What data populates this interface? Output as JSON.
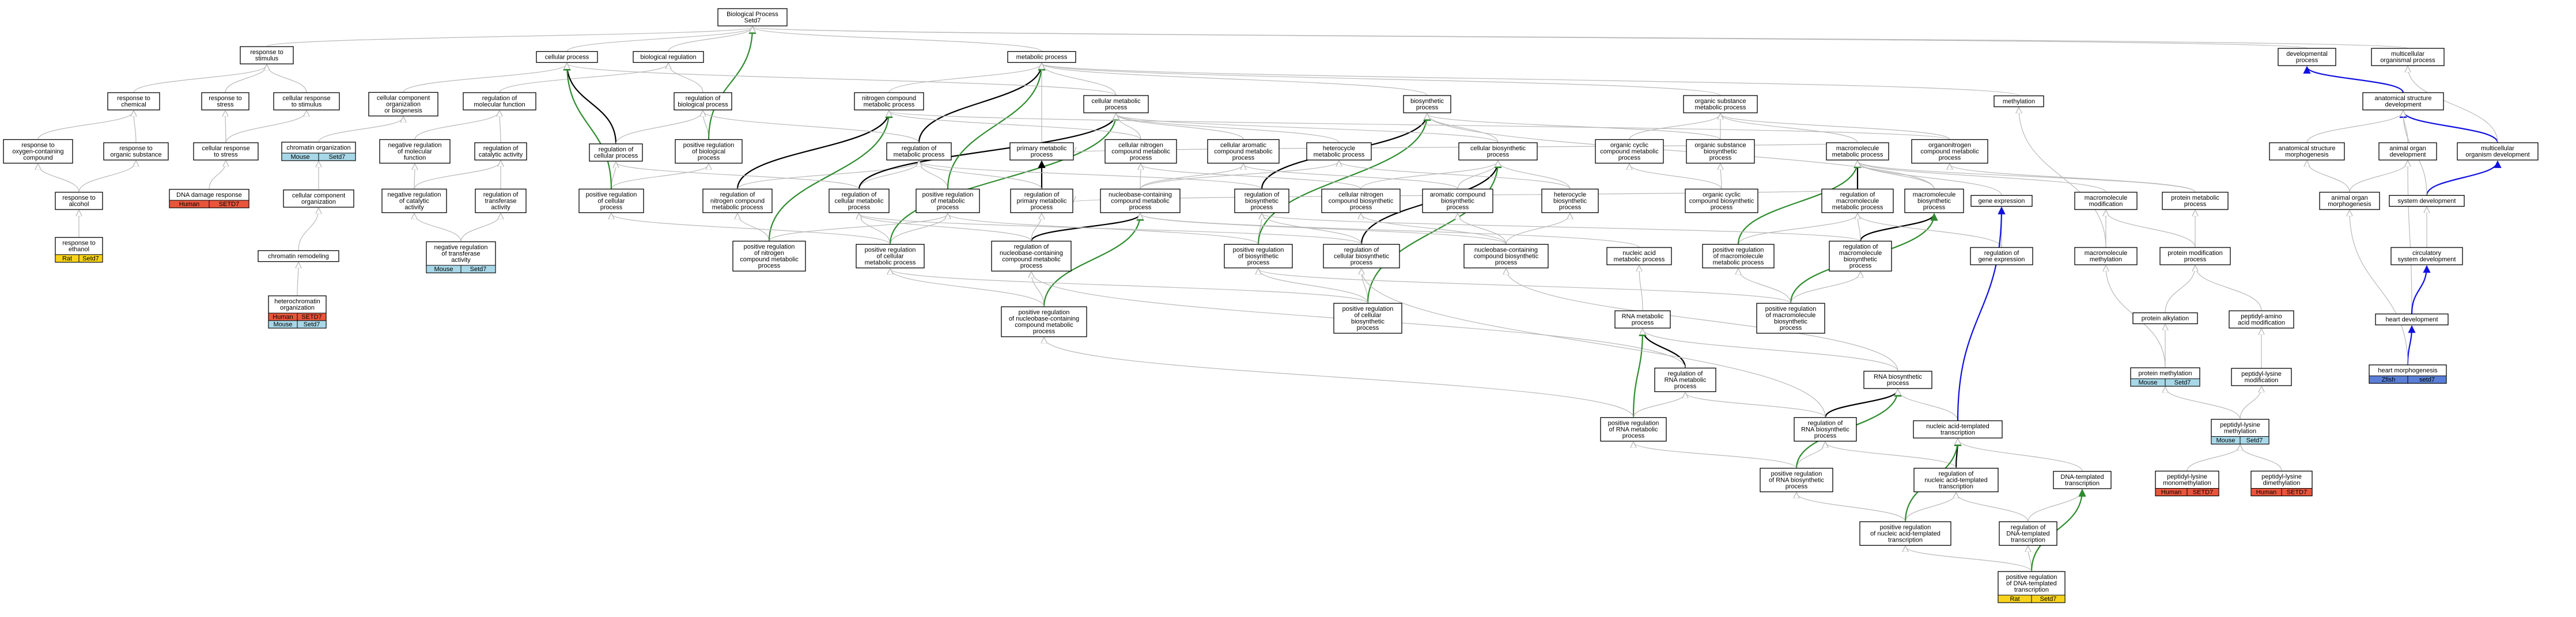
{
  "graph": {
    "colors": {
      "gray": "#b9b9b9",
      "black": "#000000",
      "green": "#2e8b2e",
      "blue": "#1010e0",
      "Human": "#e8553b",
      "Mouse": "#a8d8e8",
      "Rat": "#f7d31e",
      "Zfish": "#5b7fd6"
    },
    "nodes": [
      {
        "id": "bp",
        "lines": [
          "Biological Process",
          "Setd7"
        ]
      },
      {
        "id": "resp_stim",
        "lines": [
          "response to",
          "stimulus"
        ]
      },
      {
        "id": "resp_chem",
        "lines": [
          "response to",
          "chemical"
        ]
      },
      {
        "id": "resp_stress",
        "lines": [
          "response to",
          "stress"
        ]
      },
      {
        "id": "cell_resp_stim",
        "lines": [
          "cellular response",
          "to stimulus"
        ]
      },
      {
        "id": "resp_oxy",
        "lines": [
          "response to",
          "oxygen-containing",
          "compound"
        ]
      },
      {
        "id": "resp_org",
        "lines": [
          "response to",
          "organic substance"
        ]
      },
      {
        "id": "cell_resp_stress",
        "lines": [
          "cellular response",
          "to stress"
        ]
      },
      {
        "id": "dna_damage",
        "lines": [
          "DNA damage response"
        ],
        "badges": [
          [
            "Human",
            "SETD7"
          ]
        ]
      },
      {
        "id": "resp_alcohol",
        "lines": [
          "response to",
          "alcohol"
        ]
      },
      {
        "id": "resp_ethanol",
        "lines": [
          "response to",
          "ethanol"
        ],
        "badges": [
          [
            "Rat",
            "Setd7"
          ]
        ]
      },
      {
        "id": "cc_org",
        "lines": [
          "cellular component",
          "organization",
          "or biogenesis"
        ]
      },
      {
        "id": "chrom_org",
        "lines": [
          "chromatin organization"
        ],
        "badges": [
          [
            "Mouse",
            "Setd7"
          ]
        ]
      },
      {
        "id": "cell_comp_org",
        "lines": [
          "cellular component",
          "organization"
        ]
      },
      {
        "id": "chrom_remod",
        "lines": [
          "chromatin remodeling"
        ]
      },
      {
        "id": "heterochrom",
        "lines": [
          "heterochromatin",
          "organization"
        ],
        "badges": [
          [
            "Human",
            "SETD7"
          ],
          [
            "Mouse",
            "Setd7"
          ]
        ]
      },
      {
        "id": "reg_mol_fn",
        "lines": [
          "regulation of",
          "molecular function"
        ]
      },
      {
        "id": "neg_reg_mol",
        "lines": [
          "negative regulation",
          "of molecular",
          "function"
        ]
      },
      {
        "id": "reg_cat",
        "lines": [
          "regulation of",
          "catalytic activity"
        ]
      },
      {
        "id": "neg_reg_cat",
        "lines": [
          "negative regulation",
          "of catalytic",
          "activity"
        ]
      },
      {
        "id": "reg_transf",
        "lines": [
          "regulation of",
          "transferase",
          "activity"
        ]
      },
      {
        "id": "neg_reg_transf",
        "lines": [
          "negative regulation",
          "of transferase",
          "activity"
        ],
        "badges": [
          [
            "Mouse",
            "Setd7"
          ]
        ]
      },
      {
        "id": "cell_proc",
        "lines": [
          "cellular process"
        ]
      },
      {
        "id": "bio_reg",
        "lines": [
          "biological regulation"
        ]
      },
      {
        "id": "reg_bio",
        "lines": [
          "regulation of",
          "biological process"
        ]
      },
      {
        "id": "reg_cell",
        "lines": [
          "regulation of",
          "cellular process"
        ]
      },
      {
        "id": "pos_reg_bio",
        "lines": [
          "positive regulation",
          "of biological",
          "process"
        ]
      },
      {
        "id": "pos_reg_cell",
        "lines": [
          "positive regulation",
          "of cellular",
          "process"
        ]
      },
      {
        "id": "nitrogen",
        "lines": [
          "nitrogen compound",
          "metabolic process"
        ]
      },
      {
        "id": "reg_nitrogen",
        "lines": [
          "regulation of",
          "nitrogen compound",
          "metabolic process"
        ]
      },
      {
        "id": "pos_reg_nitrogen",
        "lines": [
          "positive regulation",
          "of nitrogen",
          "compound metabolic",
          "process"
        ]
      },
      {
        "id": "metabolic",
        "lines": [
          "metabolic process"
        ]
      },
      {
        "id": "reg_metab",
        "lines": [
          "regulation of",
          "metabolic process"
        ]
      },
      {
        "id": "reg_cell_metab",
        "lines": [
          "regulation of",
          "cellular metabolic",
          "process"
        ]
      },
      {
        "id": "pos_reg_metab",
        "lines": [
          "positive regulation",
          "of metabolic",
          "process"
        ]
      },
      {
        "id": "pos_reg_cell_metab",
        "lines": [
          "positive regulation",
          "of cellular",
          "metabolic process"
        ]
      },
      {
        "id": "cell_metab",
        "lines": [
          "cellular metabolic",
          "process"
        ]
      },
      {
        "id": "primary_metab",
        "lines": [
          "primary metabolic",
          "process"
        ]
      },
      {
        "id": "reg_primary",
        "lines": [
          "regulation of",
          "primary metabolic",
          "process"
        ]
      },
      {
        "id": "cell_nitrogen",
        "lines": [
          "cellular nitrogen",
          "compound metabolic",
          "process"
        ]
      },
      {
        "id": "cell_arom",
        "lines": [
          "cellular aromatic",
          "compound metabolic",
          "process"
        ]
      },
      {
        "id": "heterocycle",
        "lines": [
          "heterocycle",
          "metabolic process"
        ]
      },
      {
        "id": "nucleobase",
        "lines": [
          "nucleobase-containing",
          "compound metabolic",
          "process"
        ]
      },
      {
        "id": "reg_nucleobase",
        "lines": [
          "regulation of",
          "nucleobase-containing",
          "compound metabolic",
          "process"
        ]
      },
      {
        "id": "pos_reg_nucleobase",
        "lines": [
          "positive regulation",
          "of nucleobase-containing",
          "compound metabolic",
          "process"
        ]
      },
      {
        "id": "biosynth",
        "lines": [
          "biosynthetic",
          "process"
        ]
      },
      {
        "id": "reg_biosynth",
        "lines": [
          "regulation of",
          "biosynthetic",
          "process"
        ]
      },
      {
        "id": "pos_reg_biosynth",
        "lines": [
          "positive regulation",
          "of biosynthetic",
          "process"
        ]
      },
      {
        "id": "cell_nitro_bio",
        "lines": [
          "cellular nitrogen",
          "compound biosynthetic",
          "process"
        ]
      },
      {
        "id": "cell_biosynth",
        "lines": [
          "cellular biosynthetic",
          "process"
        ]
      },
      {
        "id": "reg_cell_bio",
        "lines": [
          "regulation of",
          "cellular biosynthetic",
          "process"
        ]
      },
      {
        "id": "pos_reg_cell_bio",
        "lines": [
          "positive regulation",
          "of cellular",
          "biosynthetic",
          "process"
        ]
      },
      {
        "id": "arom_bio",
        "lines": [
          "aromatic compound",
          "biosynthetic",
          "process"
        ]
      },
      {
        "id": "hetero_bio",
        "lines": [
          "heterocycle",
          "biosynthetic",
          "process"
        ]
      },
      {
        "id": "nucleo_bio",
        "lines": [
          "nucleobase-containing",
          "compound biosynthetic",
          "process"
        ]
      },
      {
        "id": "organic_sub",
        "lines": [
          "organic substance",
          "metabolic process"
        ]
      },
      {
        "id": "org_cyc",
        "lines": [
          "organic cyclic",
          "compound metabolic",
          "process"
        ]
      },
      {
        "id": "org_sub_bio",
        "lines": [
          "organic substance",
          "biosynthetic",
          "process"
        ]
      },
      {
        "id": "org_cyc_bio",
        "lines": [
          "organic cyclic",
          "compound biosynthetic",
          "process"
        ]
      },
      {
        "id": "nucleic_acid",
        "lines": [
          "nucleic acid",
          "metabolic process"
        ]
      },
      {
        "id": "macromol",
        "lines": [
          "macromolecule",
          "metabolic process"
        ]
      },
      {
        "id": "reg_macro",
        "lines": [
          "regulation of",
          "macromolecule",
          "metabolic process"
        ]
      },
      {
        "id": "pos_reg_macro",
        "lines": [
          "positive regulation",
          "of macromolecule",
          "metabolic process"
        ]
      },
      {
        "id": "macro_bio",
        "lines": [
          "macromolecule",
          "biosynthetic",
          "process"
        ]
      },
      {
        "id": "reg_macro_bio",
        "lines": [
          "regulation of",
          "macromolecule",
          "biosynthetic",
          "process"
        ]
      },
      {
        "id": "pos_reg_macro_bio",
        "lines": [
          "positive regulation",
          "of macromolecule",
          "biosynthetic",
          "process"
        ]
      },
      {
        "id": "rna_metab",
        "lines": [
          "RNA metabolic",
          "process"
        ]
      },
      {
        "id": "reg_rna_metab",
        "lines": [
          "regulation of",
          "RNA metabolic",
          "process"
        ]
      },
      {
        "id": "pos_reg_rna_metab",
        "lines": [
          "positive regulation",
          "of RNA metabolic",
          "process"
        ]
      },
      {
        "id": "rna_bio",
        "lines": [
          "RNA biosynthetic",
          "process"
        ]
      },
      {
        "id": "reg_rna_bio",
        "lines": [
          "regulation of",
          "RNA biosynthetic",
          "process"
        ]
      },
      {
        "id": "pos_reg_rna_bio",
        "lines": [
          "positive regulation",
          "of RNA biosynthetic",
          "process"
        ]
      },
      {
        "id": "methylation",
        "lines": [
          "methylation"
        ]
      },
      {
        "id": "organonitrogen",
        "lines": [
          "organonitrogen",
          "compound metabolic",
          "process"
        ]
      },
      {
        "id": "gene_expr",
        "lines": [
          "gene expression"
        ]
      },
      {
        "id": "reg_gene_expr",
        "lines": [
          "regulation of",
          "gene expression"
        ]
      },
      {
        "id": "nat",
        "lines": [
          "nucleic acid-templated",
          "transcription"
        ]
      },
      {
        "id": "reg_nat",
        "lines": [
          "regulation of",
          "nucleic acid-templated",
          "transcription"
        ]
      },
      {
        "id": "pos_reg_nat",
        "lines": [
          "positive regulation",
          "of nucleic acid-templated",
          "transcription"
        ]
      },
      {
        "id": "dna_temp",
        "lines": [
          "DNA-templated",
          "transcription"
        ]
      },
      {
        "id": "reg_dna_temp",
        "lines": [
          "regulation of",
          "DNA-templated",
          "transcription"
        ]
      },
      {
        "id": "pos_reg_dna_temp",
        "lines": [
          "positive regulation",
          "of DNA-templated",
          "transcription"
        ],
        "badges": [
          [
            "Rat",
            "Setd7"
          ]
        ]
      },
      {
        "id": "macro_mod",
        "lines": [
          "macromolecule",
          "modification"
        ]
      },
      {
        "id": "macro_methyl",
        "lines": [
          "macromolecule",
          "methylation"
        ]
      },
      {
        "id": "protein_metab",
        "lines": [
          "protein metabolic",
          "process"
        ]
      },
      {
        "id": "protein_mod",
        "lines": [
          "protein modification",
          "process"
        ]
      },
      {
        "id": "protein_alk",
        "lines": [
          "protein alkylation"
        ]
      },
      {
        "id": "protein_methyl",
        "lines": [
          "protein methylation"
        ],
        "badges": [
          [
            "Mouse",
            "Setd7"
          ]
        ]
      },
      {
        "id": "peptidyl_aa",
        "lines": [
          "peptidyl-amino",
          "acid modification"
        ]
      },
      {
        "id": "peptidyl_lys",
        "lines": [
          "peptidyl-lysine",
          "modification"
        ]
      },
      {
        "id": "peptidyl_lys_meth",
        "lines": [
          "peptidyl-lysine",
          "methylation"
        ],
        "badges": [
          [
            "Mouse",
            "Setd7"
          ]
        ]
      },
      {
        "id": "pep_mono",
        "lines": [
          "peptidyl-lysine",
          "monomethylation"
        ],
        "badges": [
          [
            "Human",
            "SETD7"
          ]
        ]
      },
      {
        "id": "pep_di",
        "lines": [
          "peptidyl-lysine",
          "dimethylation"
        ],
        "badges": [
          [
            "Human",
            "SETD7"
          ]
        ]
      },
      {
        "id": "dev_proc",
        "lines": [
          "developmental",
          "process"
        ]
      },
      {
        "id": "multicell",
        "lines": [
          "multicellular",
          "organismal process"
        ]
      },
      {
        "id": "anat_dev",
        "lines": [
          "anatomical structure",
          "development"
        ]
      },
      {
        "id": "anat_morph",
        "lines": [
          "anatomical structure",
          "morphogenesis"
        ]
      },
      {
        "id": "organ_dev",
        "lines": [
          "animal organ",
          "development"
        ]
      },
      {
        "id": "multicell_dev",
        "lines": [
          "multicellular",
          "organism development"
        ]
      },
      {
        "id": "organ_morph",
        "lines": [
          "animal organ",
          "morphogenesis"
        ]
      },
      {
        "id": "system_dev",
        "lines": [
          "system development"
        ]
      },
      {
        "id": "circ_dev",
        "lines": [
          "circulatory",
          "system development"
        ]
      },
      {
        "id": "heart_dev",
        "lines": [
          "heart development"
        ]
      },
      {
        "id": "heart_morph",
        "lines": [
          "heart morphogenesis"
        ],
        "badges": [
          [
            "Zfish",
            "setd7"
          ]
        ]
      }
    ]
  }
}
